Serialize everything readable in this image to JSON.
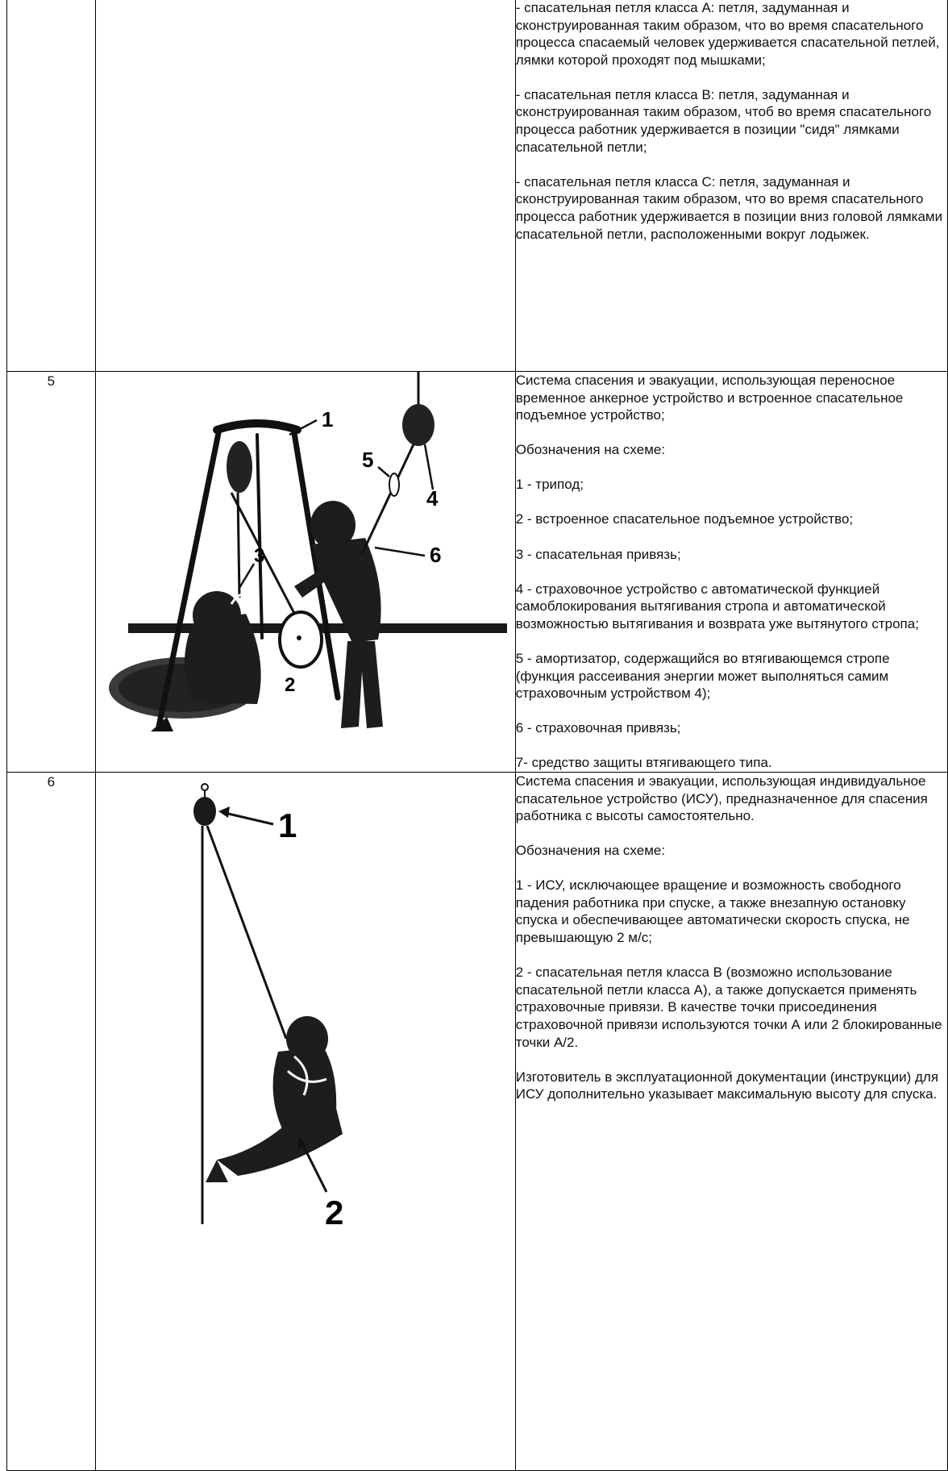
{
  "rows": [
    {
      "number": "",
      "paragraphs": [
        "- спасательная петля класса А: петля, задуманная и сконструированная таким образом, что во время спасательного процесса спасаемый человек удерживается спасательной петлей, лямки которой проходят под мышками;",
        "- спасательная петля класса В: петля, задуманная и сконструированная таким образом, чтоб во время спасательного процесса работник удерживается в позиции \"сидя\" лямками спасательной петли;",
        "- спасательная петля класса С: петля, задуманная и сконструированная таким образом, что во время спасательного процесса работник удерживается в позиции вниз головой лямками спасательной петли, расположенными вокруг лодыжек."
      ]
    },
    {
      "number": "5",
      "figure_labels": [
        "1",
        "2",
        "3",
        "4",
        "5",
        "6"
      ],
      "paragraphs": [
        "Система спасения и эвакуации, использующая переносное временное анкерное устройство и встроенное спасательное подъемное устройство;",
        "Обозначения на схеме:",
        "1 - трипод;",
        "2 - встроенное спасательное подъемное устройство;",
        "3 - спасательная привязь;",
        "4 - страховочное устройство с автоматической функцией самоблокирования вытягивания стропа и автоматической возможностью вытягивания и возврата уже вытянутого стропа;",
        "5 - амортизатор, содержащийся во втягивающемся стропе (функция рассеивания энергии может выполняться самим страховочным устройством 4);",
        "6 - страховочная привязь;",
        "7- средство защиты втягивающего типа."
      ]
    },
    {
      "number": "6",
      "figure_labels": [
        "1",
        "2"
      ],
      "paragraphs": [
        "Система спасения и эвакуации, использующая индивидуальное спасательное устройство (ИСУ), предназначенное для спасения работника с высоты самостоятельно.",
        "Обозначения на схеме:",
        "1 - ИСУ, исключающее вращение и возможность свободного падения работника при спуске, а также внезапную остановку спуска и обеспечивающее автоматически скорость спуска, не превышающую 2 м/с;",
        "2 - спасательная петля класса В (возможно использование спасательной петли класса А), а также допускается применять страховочные привязи. В качестве точки присоединения страховочной привязи используются точки А или 2 блокированные точки А/2.",
        "Изготовитель в эксплуатационной документации (инструкции) для ИСУ дополнительно указывает максимальную высоту для спуска."
      ]
    }
  ]
}
